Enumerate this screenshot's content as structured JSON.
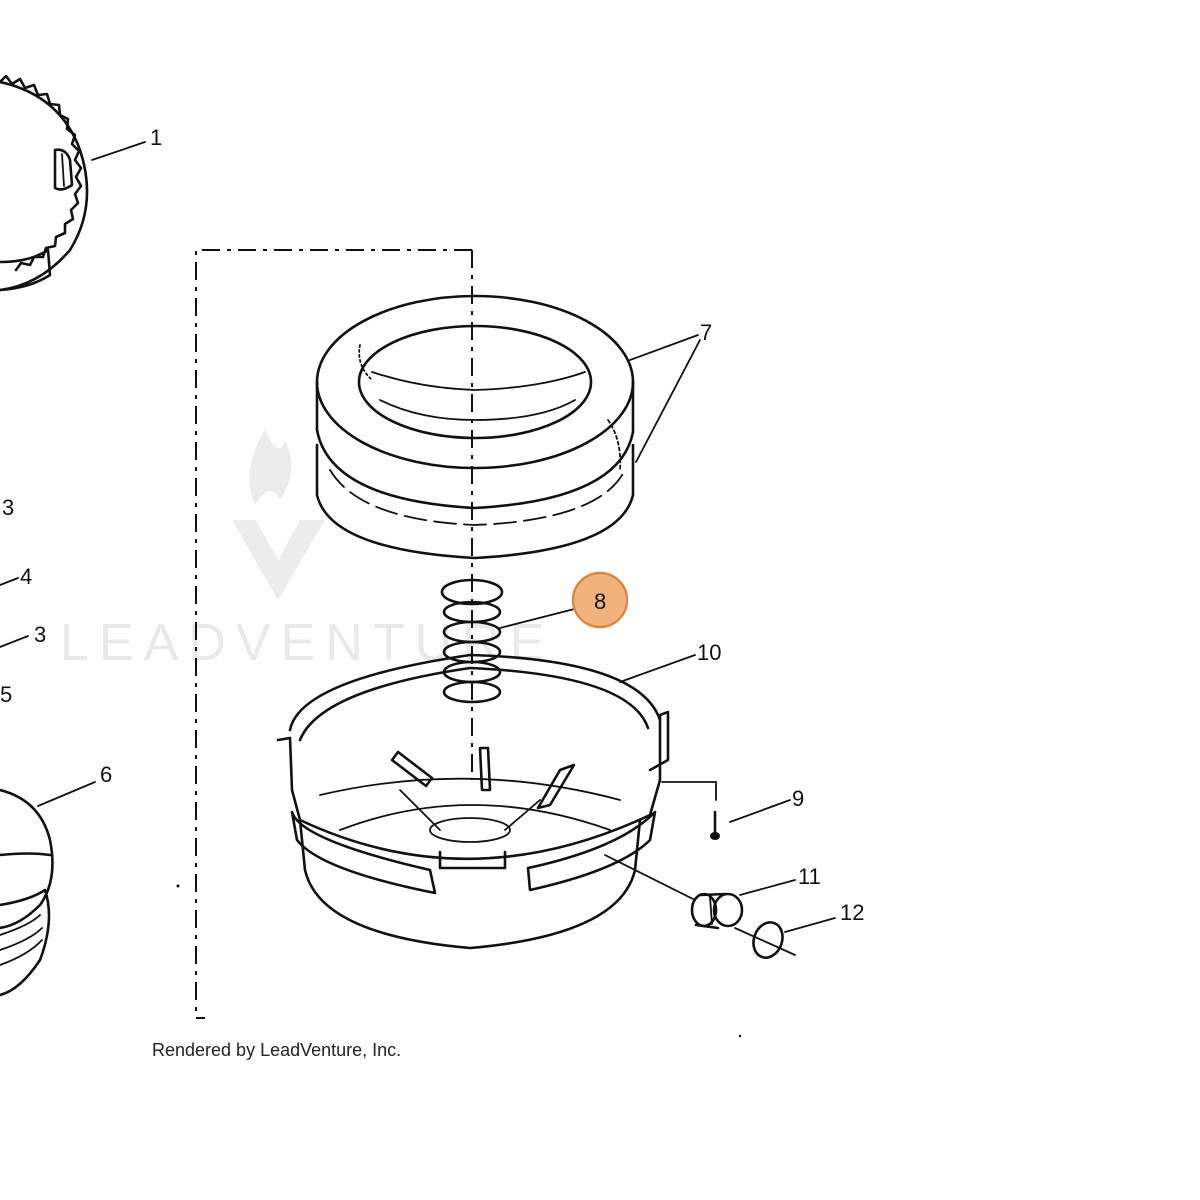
{
  "watermark": "LEADVENTURE",
  "caption": "Rendered by LeadVenture, Inc.",
  "highlight": {
    "part": "8",
    "color": "#f0b27a",
    "ring": "#d98a45"
  },
  "callouts": [
    {
      "id": "1"
    },
    {
      "id": "3"
    },
    {
      "id": "4"
    },
    {
      "id": "3"
    },
    {
      "id": "5"
    },
    {
      "id": "6"
    },
    {
      "id": "7"
    },
    {
      "id": "8"
    },
    {
      "id": "10"
    },
    {
      "id": "9"
    },
    {
      "id": "11"
    },
    {
      "id": "12"
    }
  ]
}
